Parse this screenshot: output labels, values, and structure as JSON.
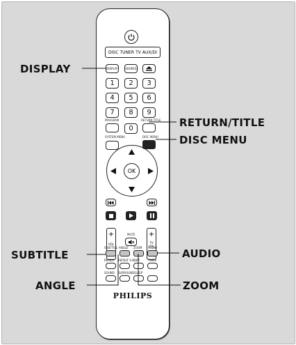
{
  "brand": "PHILIPS",
  "source_keys": [
    "DISC",
    "TUNER",
    "TV",
    "AUX/DI"
  ],
  "buttons": {
    "display": "DISPLAY",
    "source": "SOURCE",
    "program": "PROGRAM",
    "return_title": "RETURN TITLE",
    "system_menu": "SYSTEM MENU",
    "disc_menu": "DISC MENU",
    "ok": "OK",
    "mute": "MUTE",
    "vol": "VOL",
    "tv_vol": "TV VOL",
    "subtitle": "SUBTITLE",
    "angle": "ANGLE",
    "zoom": "ZOOM",
    "audio": "AUDIO",
    "repeat": "REPEAT",
    "repeat_ab": "REPEAT A-B",
    "sound": "SOUND",
    "surround": "SURROUND",
    "sleep": "SLEEP",
    "dim": "DIM",
    "timer": "TIMER",
    "digits": [
      "1",
      "2",
      "3",
      "4",
      "5",
      "6",
      "7",
      "8",
      "9",
      "0"
    ]
  },
  "callouts": {
    "display": "DISPLAY",
    "return_title": "RETURN/TITLE",
    "disc_menu": "DISC MENU",
    "subtitle": "SUBTITLE",
    "audio": "AUDIO",
    "angle": "ANGLE",
    "zoom": "ZOOM"
  },
  "icons": [
    "power-icon",
    "eject-icon",
    "arrow-up-icon",
    "arrow-down-icon",
    "arrow-left-icon",
    "arrow-right-icon",
    "previous-icon",
    "next-icon",
    "stop-icon",
    "play-icon",
    "pause-icon",
    "mute-icon"
  ]
}
